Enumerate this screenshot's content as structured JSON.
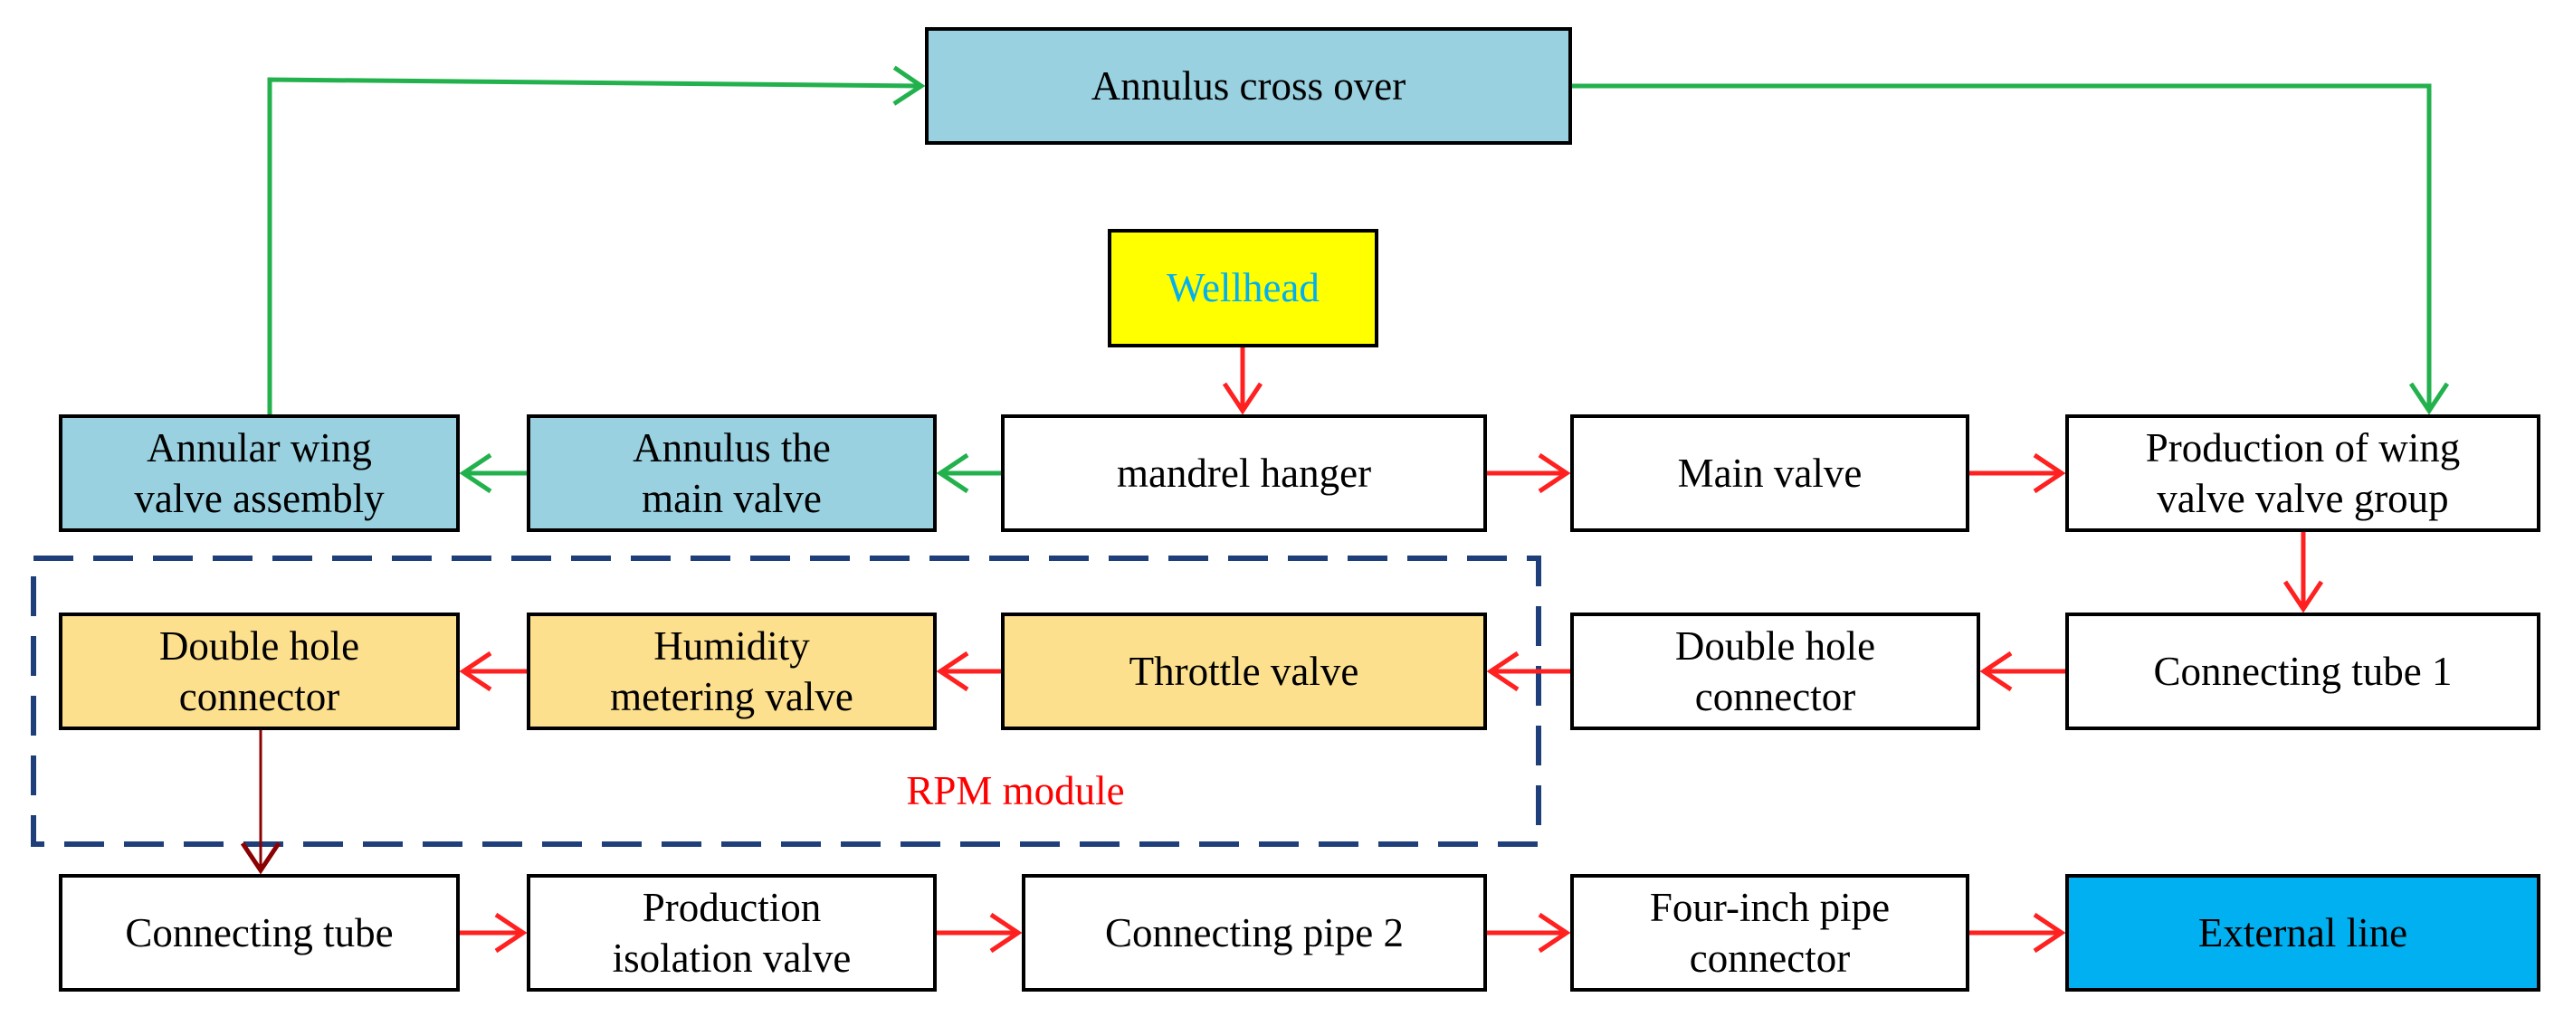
{
  "colors": {
    "green_arrow": "#22b14c",
    "red_arrow": "#ff2020",
    "dark_red_arrow": "#8b0000",
    "module_border": "#1f3f7a",
    "label_red": "#ff0000",
    "wellhead_text": "#00b0f0"
  },
  "nodes": {
    "annulus_cross_over": {
      "label": "Annulus cross over",
      "fill": "#99d1e1"
    },
    "wellhead": {
      "label": "Wellhead",
      "fill": "#ffff00"
    },
    "annular_wing_valve_assembly": {
      "label": "Annular wing\nvalve assembly",
      "fill": "#99d1e1"
    },
    "annulus_main_valve": {
      "label": "Annulus the\nmain valve",
      "fill": "#99d1e1"
    },
    "mandrel_hanger": {
      "label": "mandrel hanger",
      "fill": "#ffffff"
    },
    "main_valve": {
      "label": "Main valve",
      "fill": "#ffffff"
    },
    "production_wing_valve_group": {
      "label": "Production of wing\nvalve valve group",
      "fill": "#ffffff"
    },
    "double_hole_connector_rpm": {
      "label": "Double hole\nconnector",
      "fill": "#fde08e"
    },
    "humidity_metering_valve": {
      "label": "Humidity\nmetering valve",
      "fill": "#fde08e"
    },
    "throttle_valve": {
      "label": "Throttle valve",
      "fill": "#fde08e"
    },
    "double_hole_connector": {
      "label": "Double hole\nconnector",
      "fill": "#ffffff"
    },
    "connecting_tube_1": {
      "label": "Connecting tube 1",
      "fill": "#ffffff"
    },
    "connecting_tube": {
      "label": "Connecting tube",
      "fill": "#ffffff"
    },
    "production_isolation_valve": {
      "label": "Production\nisolation valve",
      "fill": "#ffffff"
    },
    "connecting_pipe_2": {
      "label": "Connecting pipe 2",
      "fill": "#ffffff"
    },
    "four_inch_pipe_connector": {
      "label": "Four-inch pipe\nconnector",
      "fill": "#ffffff"
    },
    "external_line": {
      "label": "External line",
      "fill": "#00b0f0"
    }
  },
  "module": {
    "label": "RPM module"
  },
  "edges": [
    {
      "from": "wellhead",
      "to": "mandrel_hanger",
      "color": "red"
    },
    {
      "from": "mandrel_hanger",
      "to": "main_valve",
      "color": "red"
    },
    {
      "from": "main_valve",
      "to": "production_wing_valve_group",
      "color": "red"
    },
    {
      "from": "production_wing_valve_group",
      "to": "connecting_tube_1",
      "color": "red"
    },
    {
      "from": "connecting_tube_1",
      "to": "double_hole_connector",
      "color": "red"
    },
    {
      "from": "double_hole_connector",
      "to": "throttle_valve",
      "color": "red"
    },
    {
      "from": "throttle_valve",
      "to": "humidity_metering_valve",
      "color": "red"
    },
    {
      "from": "humidity_metering_valve",
      "to": "double_hole_connector_rpm",
      "color": "red"
    },
    {
      "from": "double_hole_connector_rpm",
      "to": "connecting_tube",
      "color": "dark_red"
    },
    {
      "from": "connecting_tube",
      "to": "production_isolation_valve",
      "color": "red"
    },
    {
      "from": "production_isolation_valve",
      "to": "connecting_pipe_2",
      "color": "red"
    },
    {
      "from": "connecting_pipe_2",
      "to": "four_inch_pipe_connector",
      "color": "red"
    },
    {
      "from": "four_inch_pipe_connector",
      "to": "external_line",
      "color": "red"
    },
    {
      "from": "mandrel_hanger",
      "to": "annulus_main_valve",
      "color": "green"
    },
    {
      "from": "annulus_main_valve",
      "to": "annular_wing_valve_assembly",
      "color": "green"
    },
    {
      "from": "annular_wing_valve_assembly",
      "to": "annulus_cross_over",
      "color": "green"
    },
    {
      "from": "annulus_cross_over",
      "to": "production_wing_valve_group",
      "color": "green"
    }
  ]
}
